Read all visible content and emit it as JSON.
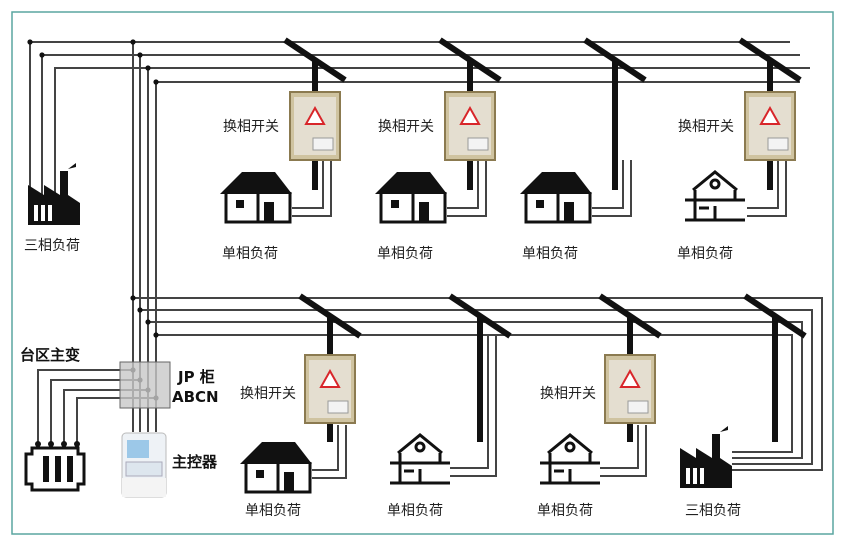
{
  "labels": {
    "three_phase_load": "三相负荷",
    "single_phase_load": "单相负荷",
    "phase_switch": "换相开关",
    "transformer": "台区主变",
    "jp_cabinet_line1": "JP 柜",
    "jp_cabinet_line2": "ABCN",
    "main_controller": "主控器"
  },
  "colors": {
    "frame": "#5aa6a0",
    "jp_box": "#c8c8c8",
    "switch_box": "#c9b98f",
    "warning": "#d8262a"
  }
}
